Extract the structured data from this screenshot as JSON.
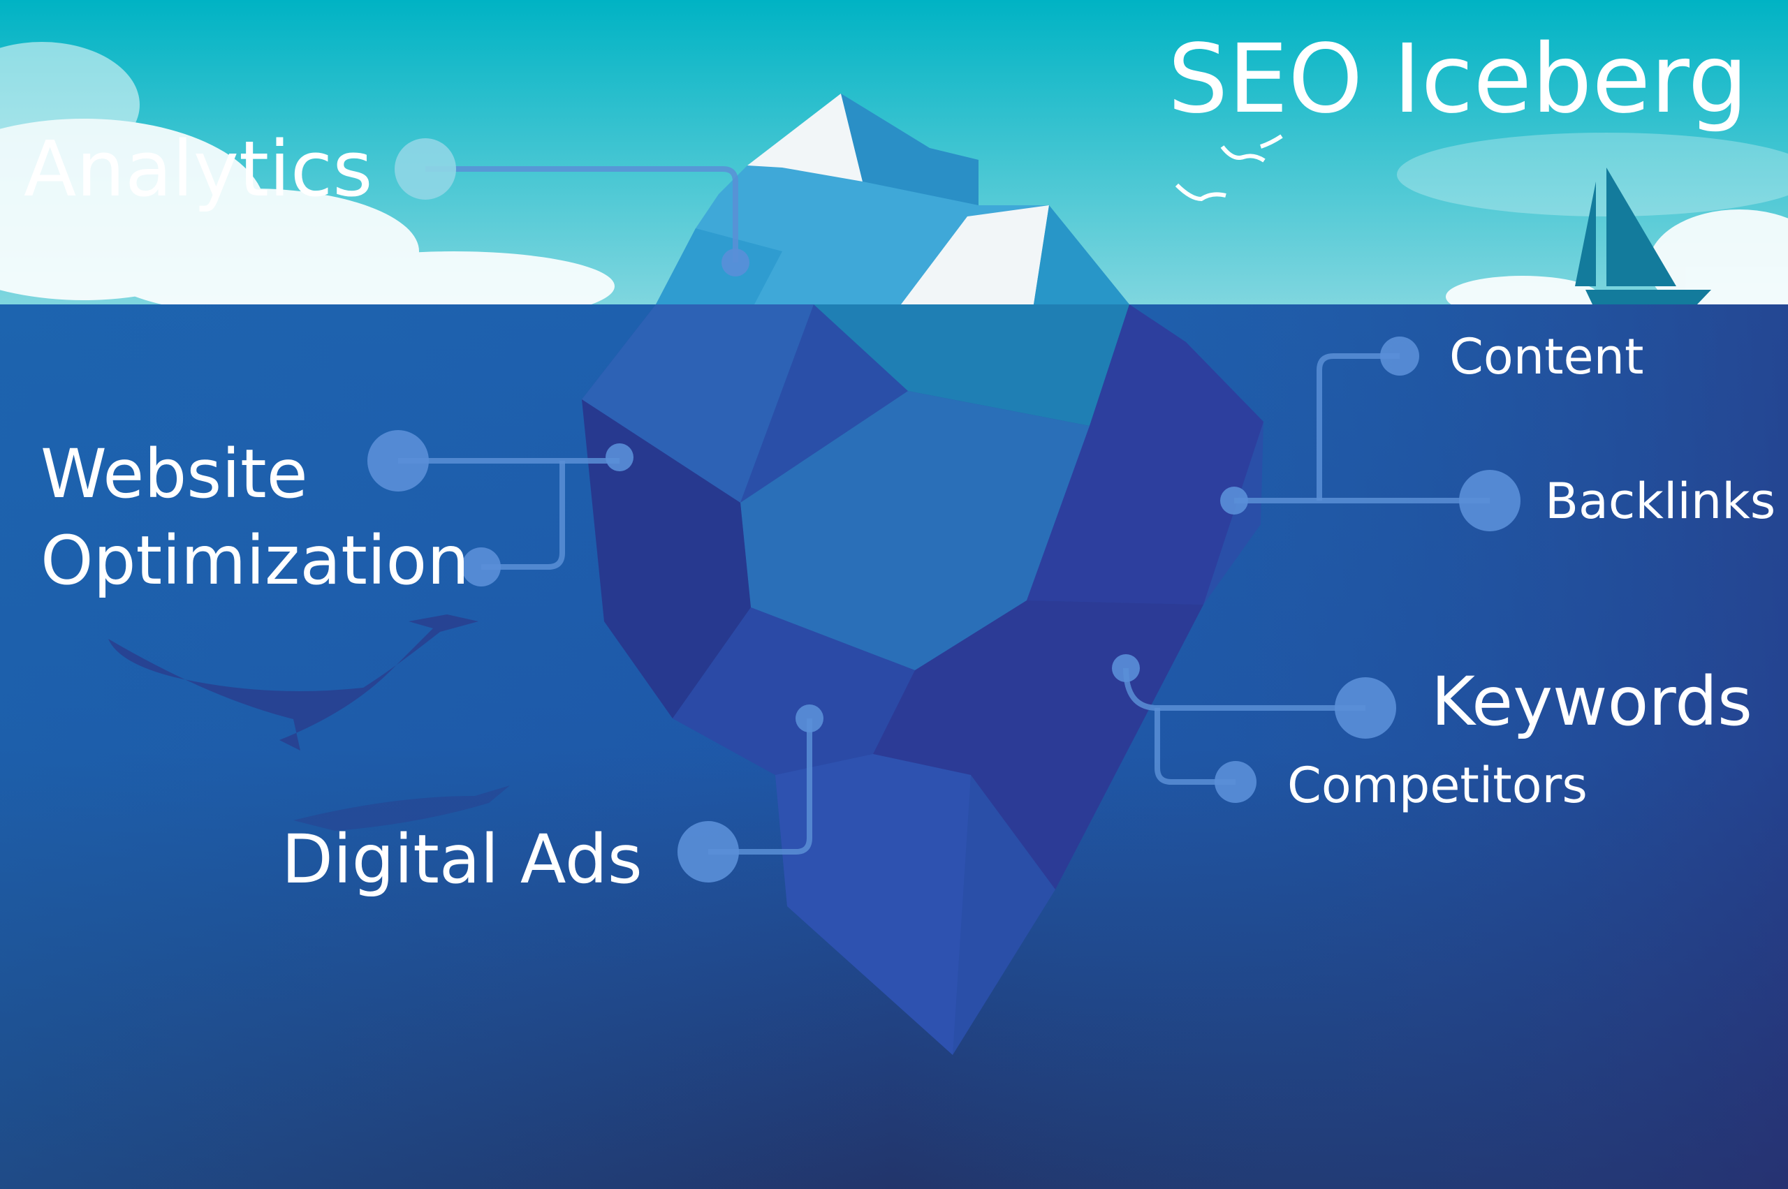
{
  "title": "SEO Iceberg",
  "labels": {
    "analytics": "Analytics",
    "website_line1": "Website",
    "website_line2": "Optimization",
    "digital_ads": "Digital Ads",
    "content": "Content",
    "backlinks": "Backlinks",
    "keywords": "Keywords",
    "competitors": "Competitors"
  },
  "colors": {
    "sky_top": "#00b3c4",
    "sky_bottom": "#7fd6df",
    "sea_top": "#1f5fae",
    "sea_bottom": "#22356b",
    "iceberg_above": "#3fb0e0",
    "iceberg_below": "#2a4fa8",
    "connector": "#5b8fd6"
  }
}
